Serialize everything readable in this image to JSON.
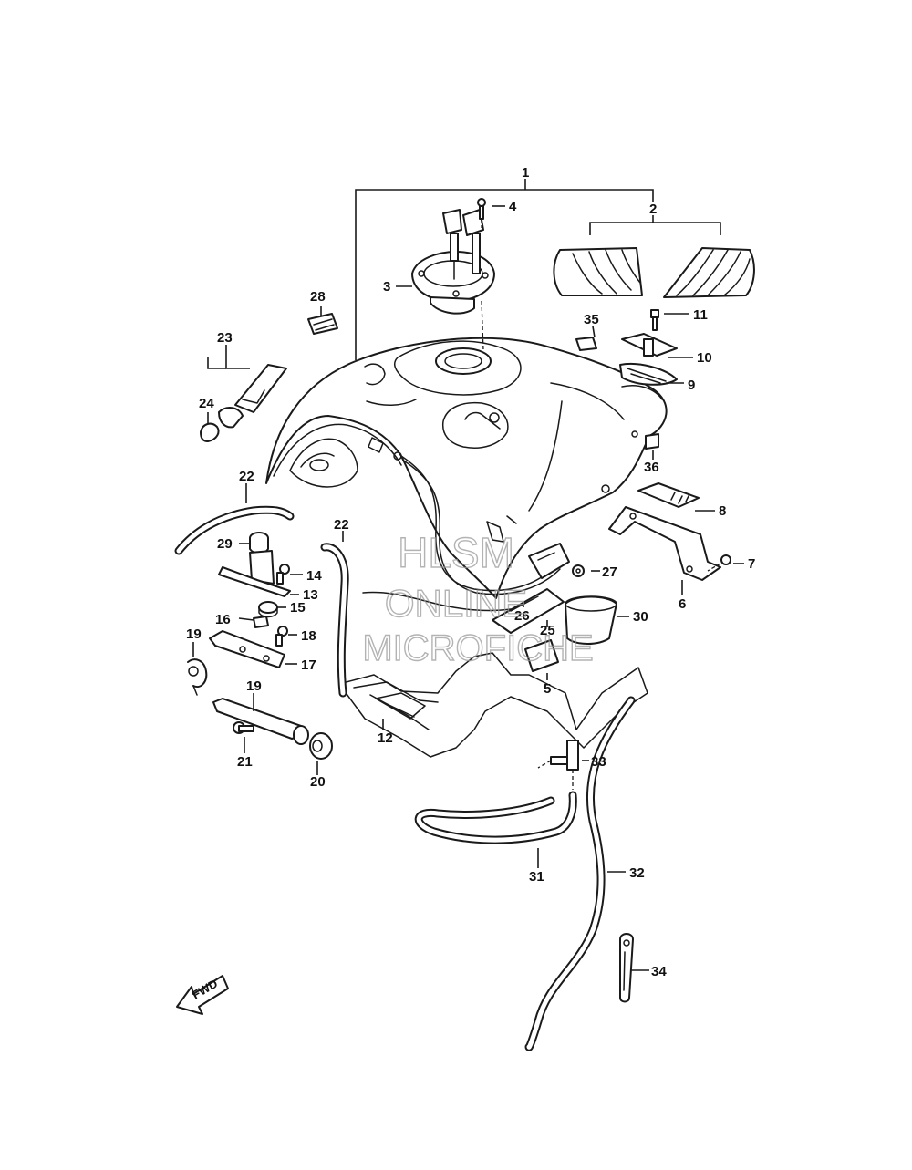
{
  "diagram": {
    "callouts": [
      "1",
      "2",
      "3",
      "4",
      "5",
      "6",
      "7",
      "8",
      "9",
      "10",
      "11",
      "12",
      "13",
      "14",
      "15",
      "16",
      "17",
      "18",
      "19",
      "19",
      "20",
      "21",
      "22",
      "22",
      "23",
      "24",
      "25",
      "26",
      "27",
      "28",
      "29",
      "30",
      "31",
      "32",
      "33",
      "34",
      "35",
      "36"
    ],
    "direction_label": "FWD"
  },
  "watermark": {
    "line1": "HLSM",
    "line2": "ONLINE",
    "line3": "MICROFICHE"
  }
}
